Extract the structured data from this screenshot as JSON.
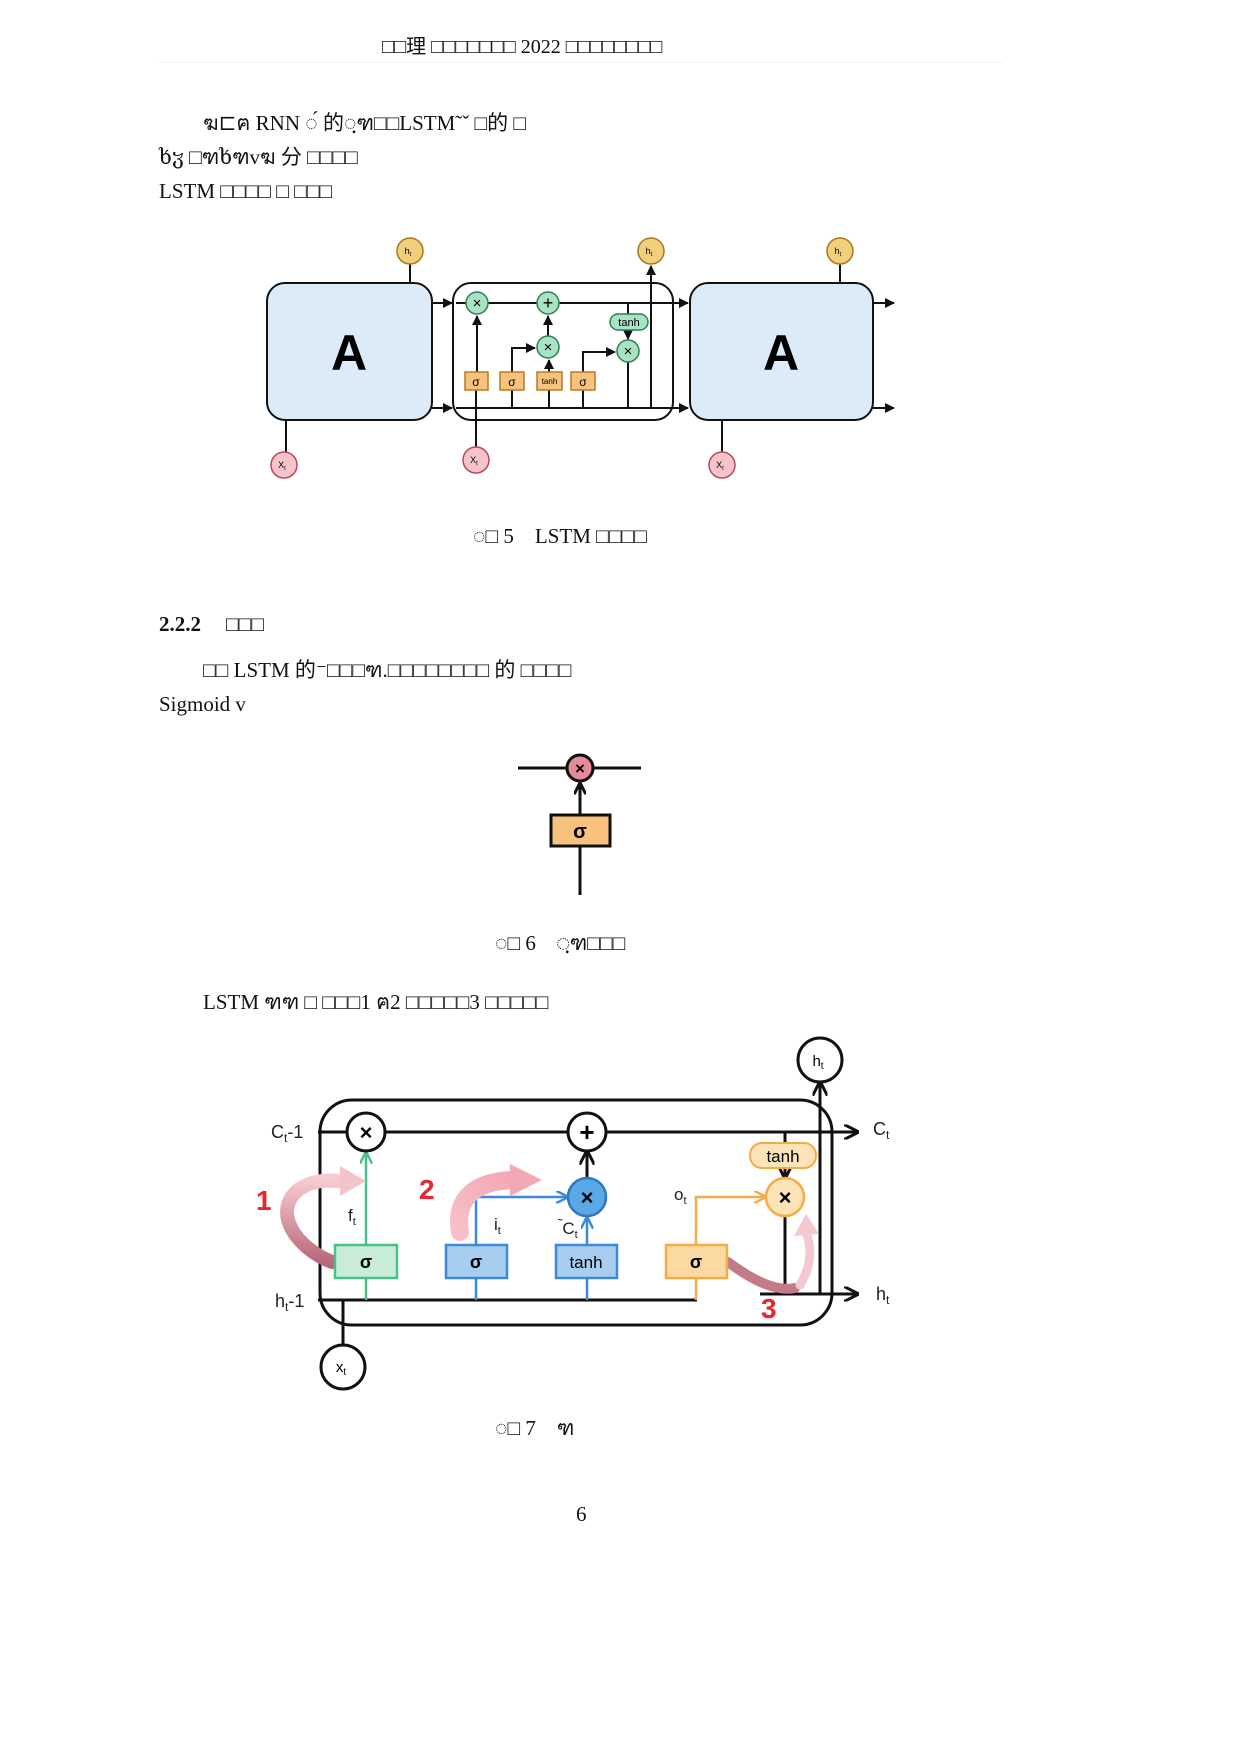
{
  "header": "□□理 □□□□□□□ 2022 □□□□□□□□",
  "paragraph_1": {
    "line_1": "ฆ⊏ฅ RNN ◌́ 的◌ฺฑ□□LSTM˜ˇ □的 □",
    "line_2": "ხჳ □ฑხฑvฆ 分 □□□□",
    "line_3": "LSTM □□□□ □ □□□"
  },
  "figure_5": {
    "caption": "◌□ 5　LSTM □□□□",
    "block_label": "A",
    "h_label": {
      "base": "h",
      "sub": "t"
    },
    "x_label": {
      "base": "X",
      "sub": "t"
    },
    "multiply": "×",
    "add": "+",
    "sigma": "σ",
    "tanh": "tanh"
  },
  "section": {
    "number": "2.2.2",
    "title": "□□□"
  },
  "paragraph_2": {
    "line_1": "□□ LSTM 的⁻□□□ฑ.□□□□□□□□ 的 □□□□",
    "line_2": "Sigmoid v"
  },
  "figure_6": {
    "caption": "◌□ 6　◌ฺฑ□□□",
    "multiply": "×",
    "sigma": "σ"
  },
  "paragraph_3": "LSTM ฑฑ □ □□□1 ฅ2 □□□□□3 □□□□□",
  "figure_7": {
    "caption": "◌□ 7　ฑ",
    "c_prev": {
      "base": "C",
      "sub": "t",
      "suffix": "-1"
    },
    "c_next": {
      "base": "C",
      "sub": "t"
    },
    "h_prev": {
      "base": "h",
      "sub": "t",
      "suffix": "-1"
    },
    "h_next": {
      "base": "h",
      "sub": "t"
    },
    "h_top": {
      "base": "h",
      "sub": "t"
    },
    "x_input": {
      "base": "x",
      "sub": "t"
    },
    "forget_gate": {
      "base": "f",
      "sub": "t"
    },
    "input_gate": {
      "base": "i",
      "sub": "t"
    },
    "candidate": {
      "prefix": "˜",
      "base": "C",
      "sub": "t"
    },
    "output_gate": {
      "base": "o",
      "sub": "t"
    },
    "multiply": "×",
    "add": "+",
    "sigma": "σ",
    "tanh": "tanh",
    "step_numbers": [
      "1",
      "2",
      "3"
    ]
  },
  "page_number": "6",
  "colors": {
    "block_fill": "#dcebf7",
    "gate_green": "#49c08a",
    "gate_blue": "#3a8ad8",
    "gate_orange": "#f4ad46",
    "step_red": "#e8262b",
    "arrow_pink": "#f1b7c0"
  }
}
